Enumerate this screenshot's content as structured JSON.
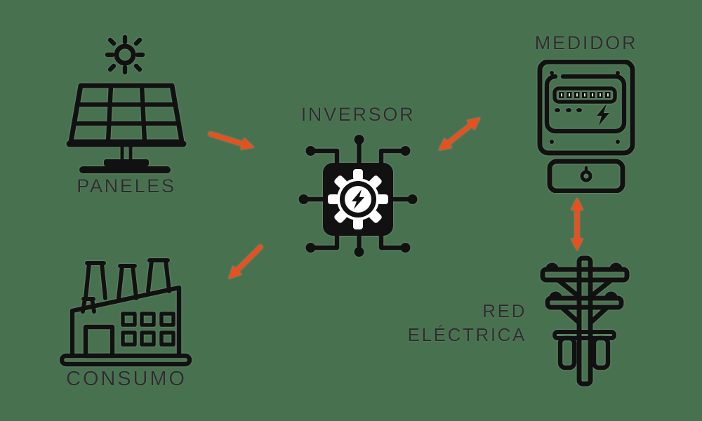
{
  "diagram": {
    "colors": {
      "background": "#48714F",
      "icon": "#111111",
      "label": "#2C2C2F",
      "arrow": "#E8501F"
    },
    "nodes": {
      "paneles": {
        "label": "PANELES",
        "icon": "solar-panel-icon"
      },
      "inversor": {
        "label": "INVERSOR",
        "icon": "inverter-chip-icon"
      },
      "medidor": {
        "label": "MEDIDOR",
        "icon": "electric-meter-icon"
      },
      "red_electrica": {
        "label": "RED ELÉCTRICA",
        "label_lines": [
          "RED",
          "ELÉCTRICA"
        ],
        "icon": "utility-pole-icon"
      },
      "consumo": {
        "label": "CONSUMO",
        "icon": "factory-icon"
      }
    },
    "edges": [
      {
        "from": "PANELES",
        "to": "INVERSOR",
        "direction": "one-way"
      },
      {
        "from": "INVERSOR",
        "to": "MEDIDOR",
        "direction": "two-way"
      },
      {
        "from": "INVERSOR",
        "to": "CONSUMO",
        "direction": "one-way"
      },
      {
        "from": "MEDIDOR",
        "to": "RED ELÉCTRICA",
        "direction": "two-way"
      }
    ]
  }
}
